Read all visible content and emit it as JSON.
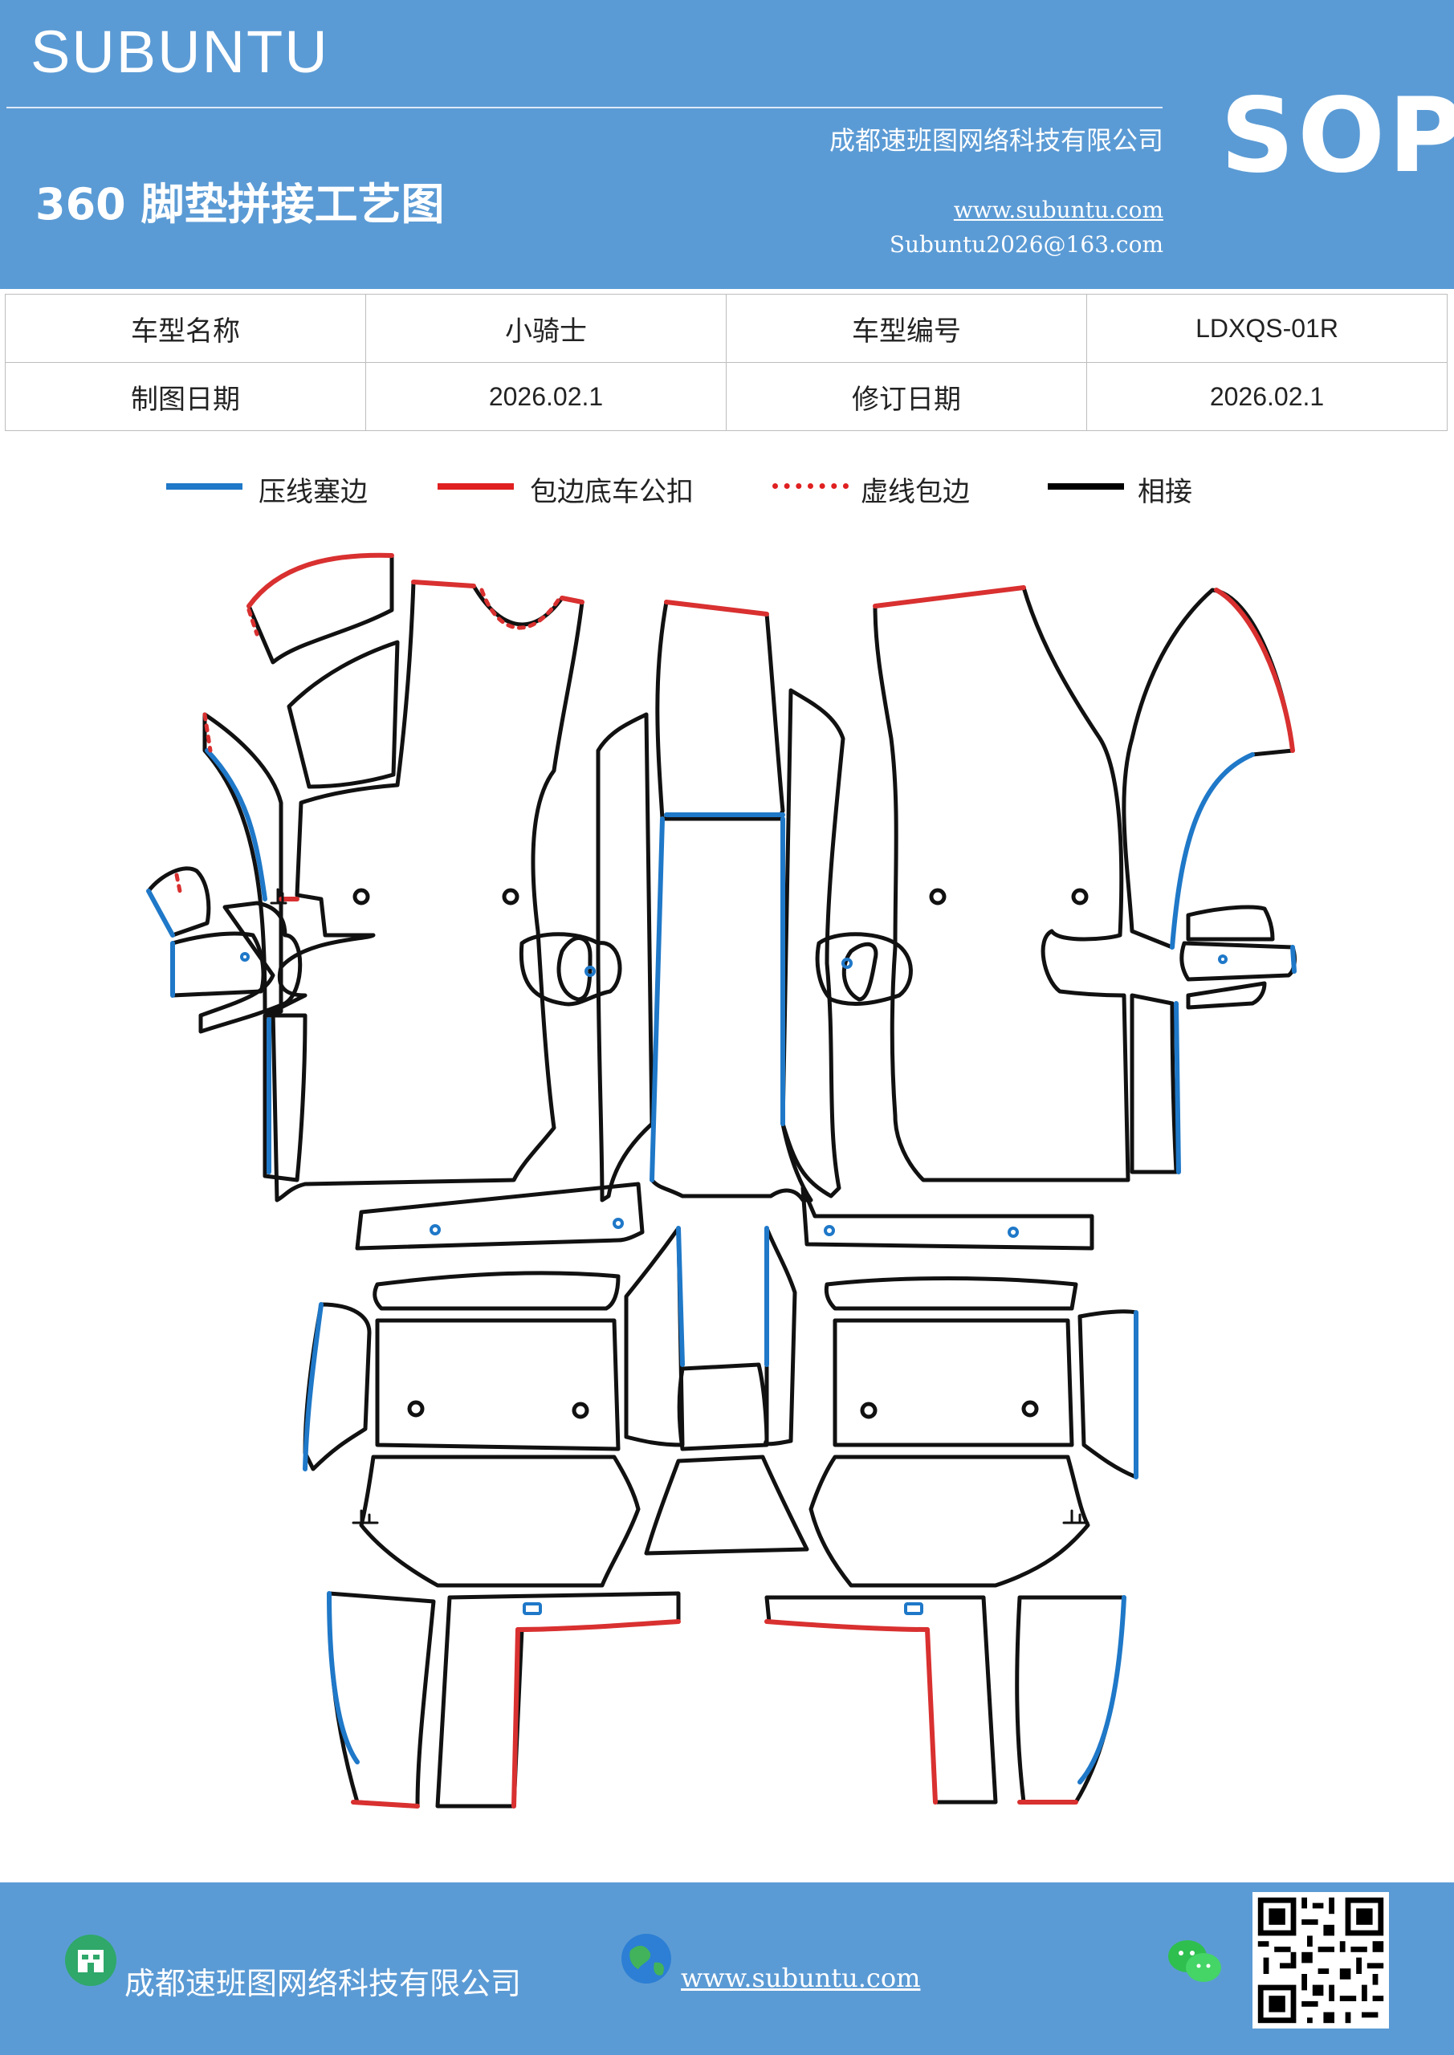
{
  "header": {
    "brand": "SUBUNTU",
    "title": "360 脚垫拼接工艺图",
    "company": "成都速班图网络科技有限公司",
    "website": "www.subuntu.com",
    "email": "Subuntu2026@163.com",
    "badge": "SOP",
    "bg_color": "#5b9bd5"
  },
  "info": {
    "r1": [
      "车型名称",
      "小骑士",
      "车型编号",
      "LDXQS-01R"
    ],
    "r2": [
      "制图日期",
      "2026.02.1",
      "修订日期",
      "2026.02.1"
    ]
  },
  "legend": [
    {
      "label": "压线塞边",
      "color": "#1f78c8",
      "style": "solid"
    },
    {
      "label": "包边底车公扣",
      "color": "#e02020",
      "style": "solid"
    },
    {
      "label": "虚线包边",
      "color": "#e02020",
      "style": "dotted"
    },
    {
      "label": "相接",
      "color": "#000000",
      "style": "solid"
    }
  ],
  "colors": {
    "blue_line": "#1f78c8",
    "red_line": "#d93030",
    "black_line": "#111111"
  },
  "footer": {
    "company": "成都速班图网络科技有限公司",
    "website": "www.subuntu.com ",
    "icons": [
      "company-icon",
      "globe-icon",
      "wechat-icon",
      "qr-code"
    ]
  }
}
